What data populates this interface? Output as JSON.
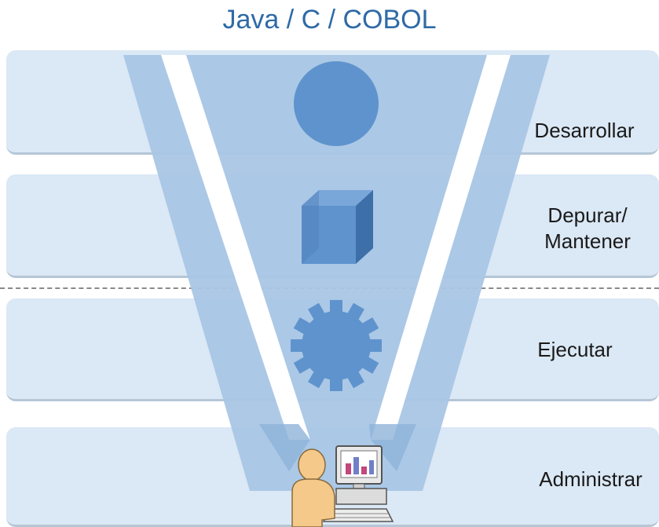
{
  "title": "Java / C / COBOL",
  "stages": [
    {
      "label": "Desarrollar",
      "icon": "circle-icon"
    },
    {
      "label": "Depurar/\nMantener",
      "icon": "cube-icon"
    },
    {
      "label": "Ejecutar",
      "icon": "gear-icon"
    },
    {
      "label": "Administrar",
      "icon": "admin-user-computer-icon"
    }
  ],
  "colors": {
    "title": "#2e6aa6",
    "band": "#dbe8f5",
    "funnel": "#a9c6e5",
    "shape": "#5f93cd",
    "shape_dark": "#3d6fa8"
  }
}
